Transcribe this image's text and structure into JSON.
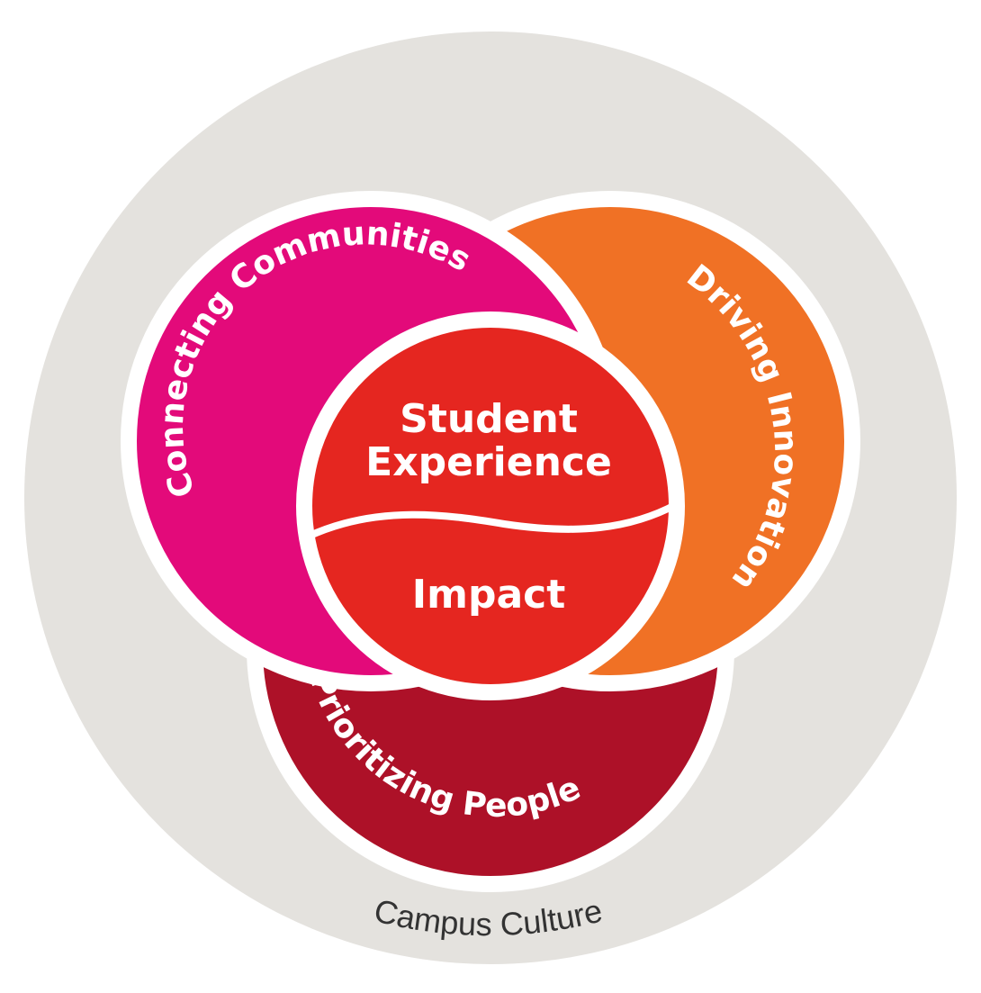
{
  "diagram": {
    "outer_label": "Campus Culture",
    "pillars": {
      "connecting": "Connecting Communities",
      "driving": "Driving Innovation",
      "prioritizing": "Prioritizing People"
    },
    "center": {
      "top_line1": "Student",
      "top_line2": "Experience",
      "bottom": "Impact"
    }
  },
  "colors": {
    "outer_ring": "#e4e2de",
    "connecting": "#e30a7a",
    "driving": "#f07125",
    "prioritizing": "#ad1128",
    "center": "#e52620",
    "outline": "#ffffff",
    "outer_text": "#333333"
  }
}
